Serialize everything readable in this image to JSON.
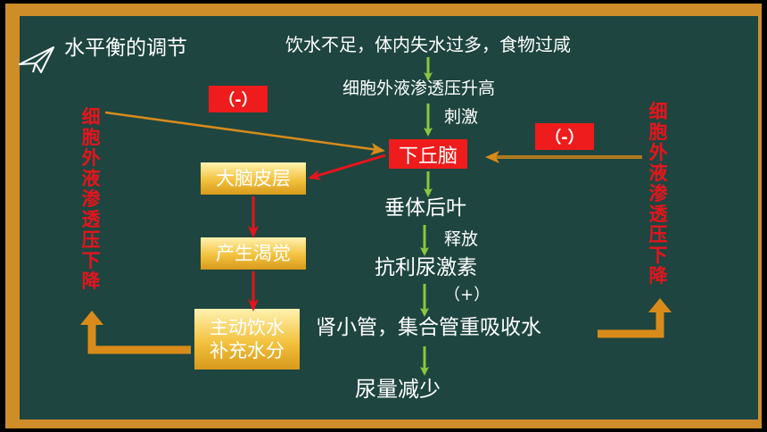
{
  "title": "水平衡的调节",
  "flow": {
    "step1": "饮水不足，体内失水过多，食物过咸",
    "step2": "细胞外液渗透压升高",
    "step2_label": "刺激",
    "step3": "下丘脑",
    "step4": "垂体后叶",
    "step4_label": "释放",
    "step5": "抗利尿激素",
    "step5_label": "（+）",
    "step6": "肾小管，集合管重吸收水",
    "step7": "尿量减少"
  },
  "left_branch": {
    "box1": "大脑皮层",
    "box2": "产生渴觉",
    "box3_line1": "主动饮水",
    "box3_line2": "补充水分",
    "feedback_text": "细胞外液渗透压下降",
    "inhibit_label": "（-）"
  },
  "right_branch": {
    "feedback_text": "细胞外液渗透压下降",
    "inhibit_label": "（-）"
  },
  "colors": {
    "board_bg": "#1e4540",
    "frame": "#cf8d2a",
    "green_arrow": "#8cc63f",
    "red": "#e8141b",
    "orange_arrow": "#d98b1a"
  },
  "icons": {
    "title_icon": "paper-plane-icon"
  }
}
